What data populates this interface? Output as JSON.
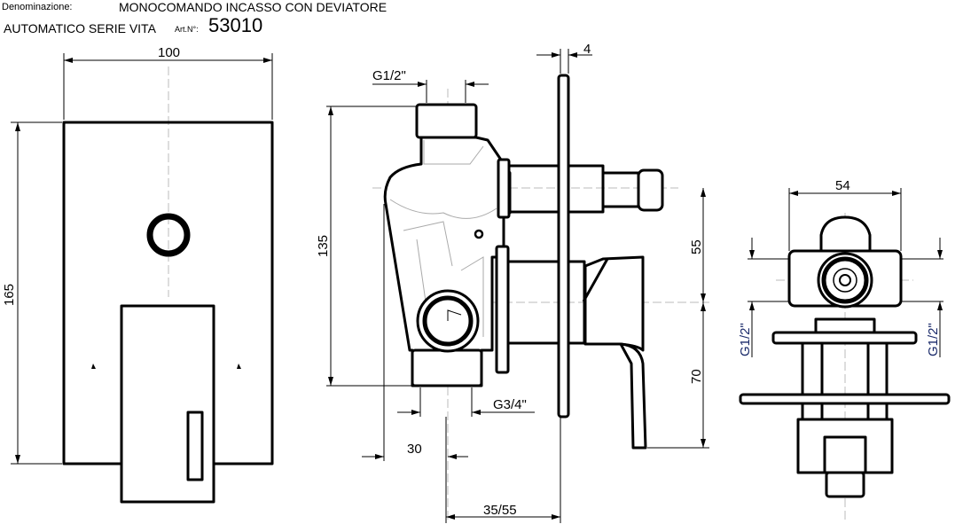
{
  "header": {
    "denomination_label": "Denominazione:",
    "name_line1": "MONOCOMANDO INCASSO CON DEVIATORE",
    "name_line2": "AUTOMATICO SERIE VITA",
    "art_label": "Art.N°:",
    "art_number": "53010"
  },
  "front_view": {
    "width_dim": "100",
    "height_dim": "165"
  },
  "side_view": {
    "plate_thickness_dim": "4",
    "top_thread_dim": "G1/2\"",
    "height_dim": "135",
    "bottom_thread_dim": "G3/4\"",
    "offset_dim": "30",
    "depth_dim": "35/55",
    "upper_spacing_dim": "55",
    "lower_spacing_dim": "70"
  },
  "rear_view": {
    "width_dim": "54",
    "left_thread_dim": "G1/2\"",
    "right_thread_dim": "G1/2\""
  }
}
